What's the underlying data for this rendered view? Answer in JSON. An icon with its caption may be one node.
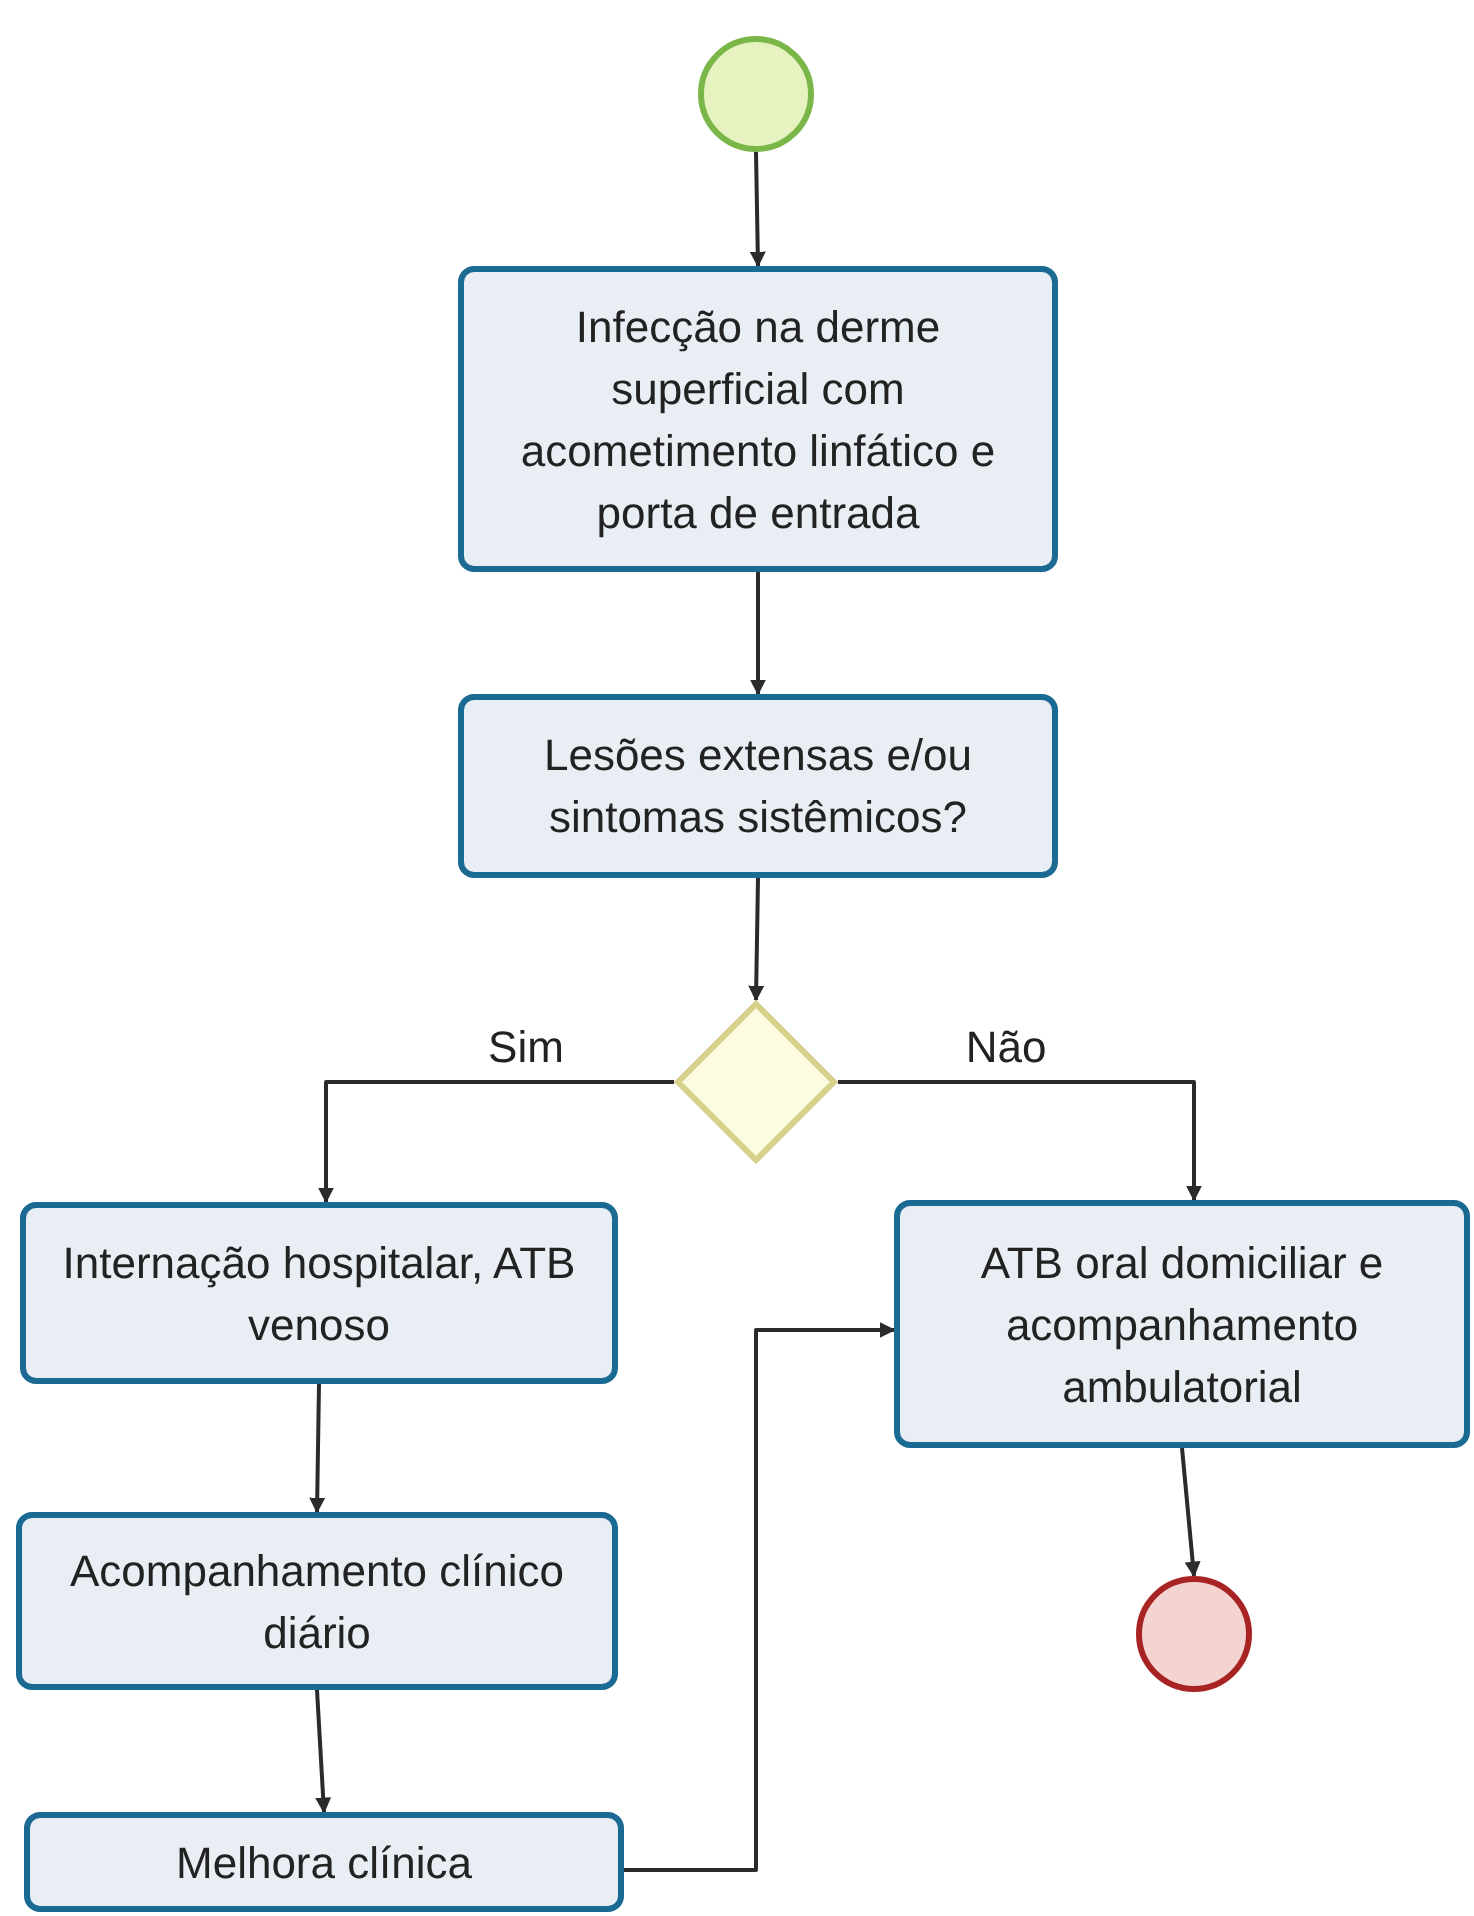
{
  "diagram": {
    "nodes": [
      {
        "text": [],
        "shape": "circle"
      },
      {
        "text": [
          "Infecção na derme superficial com acometimento linfático e porta de entrada"
        ]
      },
      {
        "text": [
          "Lesões extensas e/ou sintomas sistêmicos?"
        ]
      },
      {
        "text": [],
        "shape": "diamond"
      },
      {
        "text": [
          "Internação hospitalar, ATB venoso"
        ]
      },
      {
        "text": [
          "ATB oral domiciliar e acompanhamento ambulatorial"
        ]
      },
      {
        "text": [
          "Acompanhamento clínico diário"
        ]
      },
      {
        "text": [
          "Melhora clínica"
        ]
      },
      {
        "text": [],
        "shape": "circle"
      }
    ],
    "edges": [
      {
        "from": 0,
        "to": 1,
        "arrow": "to"
      },
      {
        "from": 1,
        "to": 2,
        "arrow": "to"
      },
      {
        "from": 2,
        "to": 3,
        "arrow": "to"
      },
      {
        "from": 3,
        "to": 4,
        "arrow": "to",
        "label": "Sim"
      },
      {
        "from": 3,
        "to": 5,
        "arrow": "to",
        "label": "Não"
      },
      {
        "from": 4,
        "to": 6,
        "arrow": "to"
      },
      {
        "from": 6,
        "to": 7,
        "arrow": "to"
      },
      {
        "from": 7,
        "to": 5,
        "arrow": "to"
      },
      {
        "from": 5,
        "to": 8,
        "arrow": "to"
      }
    ]
  }
}
